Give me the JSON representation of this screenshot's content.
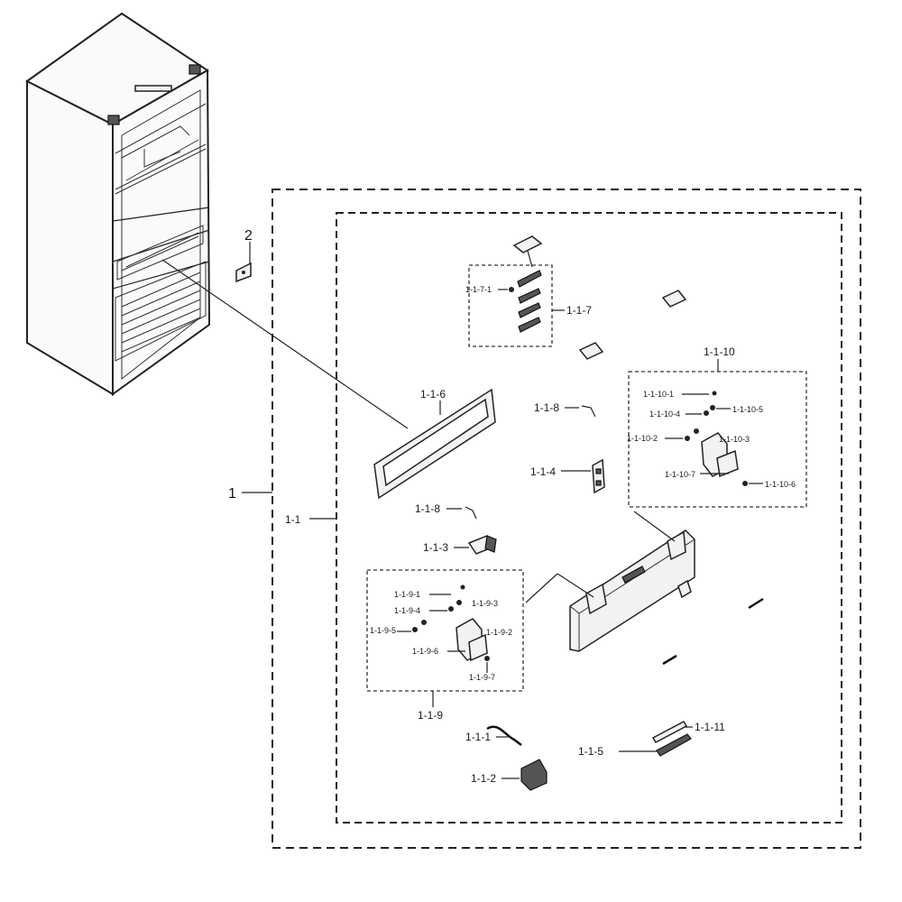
{
  "diagram": {
    "labels": {
      "p1": "1",
      "p2": "2",
      "p1_1": "1-1",
      "p1_1_1": "1-1-1",
      "p1_1_2": "1-1-2",
      "p1_1_3": "1-1-3",
      "p1_1_4": "1-1-4",
      "p1_1_5": "1-1-5",
      "p1_1_6": "1-1-6",
      "p1_1_7": "1-1-7",
      "p1_1_7_1": "1-1-7-1",
      "p1_1_8a": "1-1-8",
      "p1_1_8b": "1-1-8",
      "p1_1_9": "1-1-9",
      "p1_1_9_1": "1-1-9-1",
      "p1_1_9_2": "1-1-9-2",
      "p1_1_9_3": "1-1-9-3",
      "p1_1_9_4": "1-1-9-4",
      "p1_1_9_5": "1-1-9-5",
      "p1_1_9_6": "1-1-9-6",
      "p1_1_9_7": "1-1-9-7",
      "p1_1_10": "1-1-10",
      "p1_1_10_1": "1-1-10-1",
      "p1_1_10_2": "1-1-10-2",
      "p1_1_10_3": "1-1-10-3",
      "p1_1_10_4": "1-1-10-4",
      "p1_1_10_5": "1-1-10-5",
      "p1_1_10_6": "1-1-10-6",
      "p1_1_10_7": "1-1-10-7",
      "p1_1_11": "1-1-11"
    }
  }
}
